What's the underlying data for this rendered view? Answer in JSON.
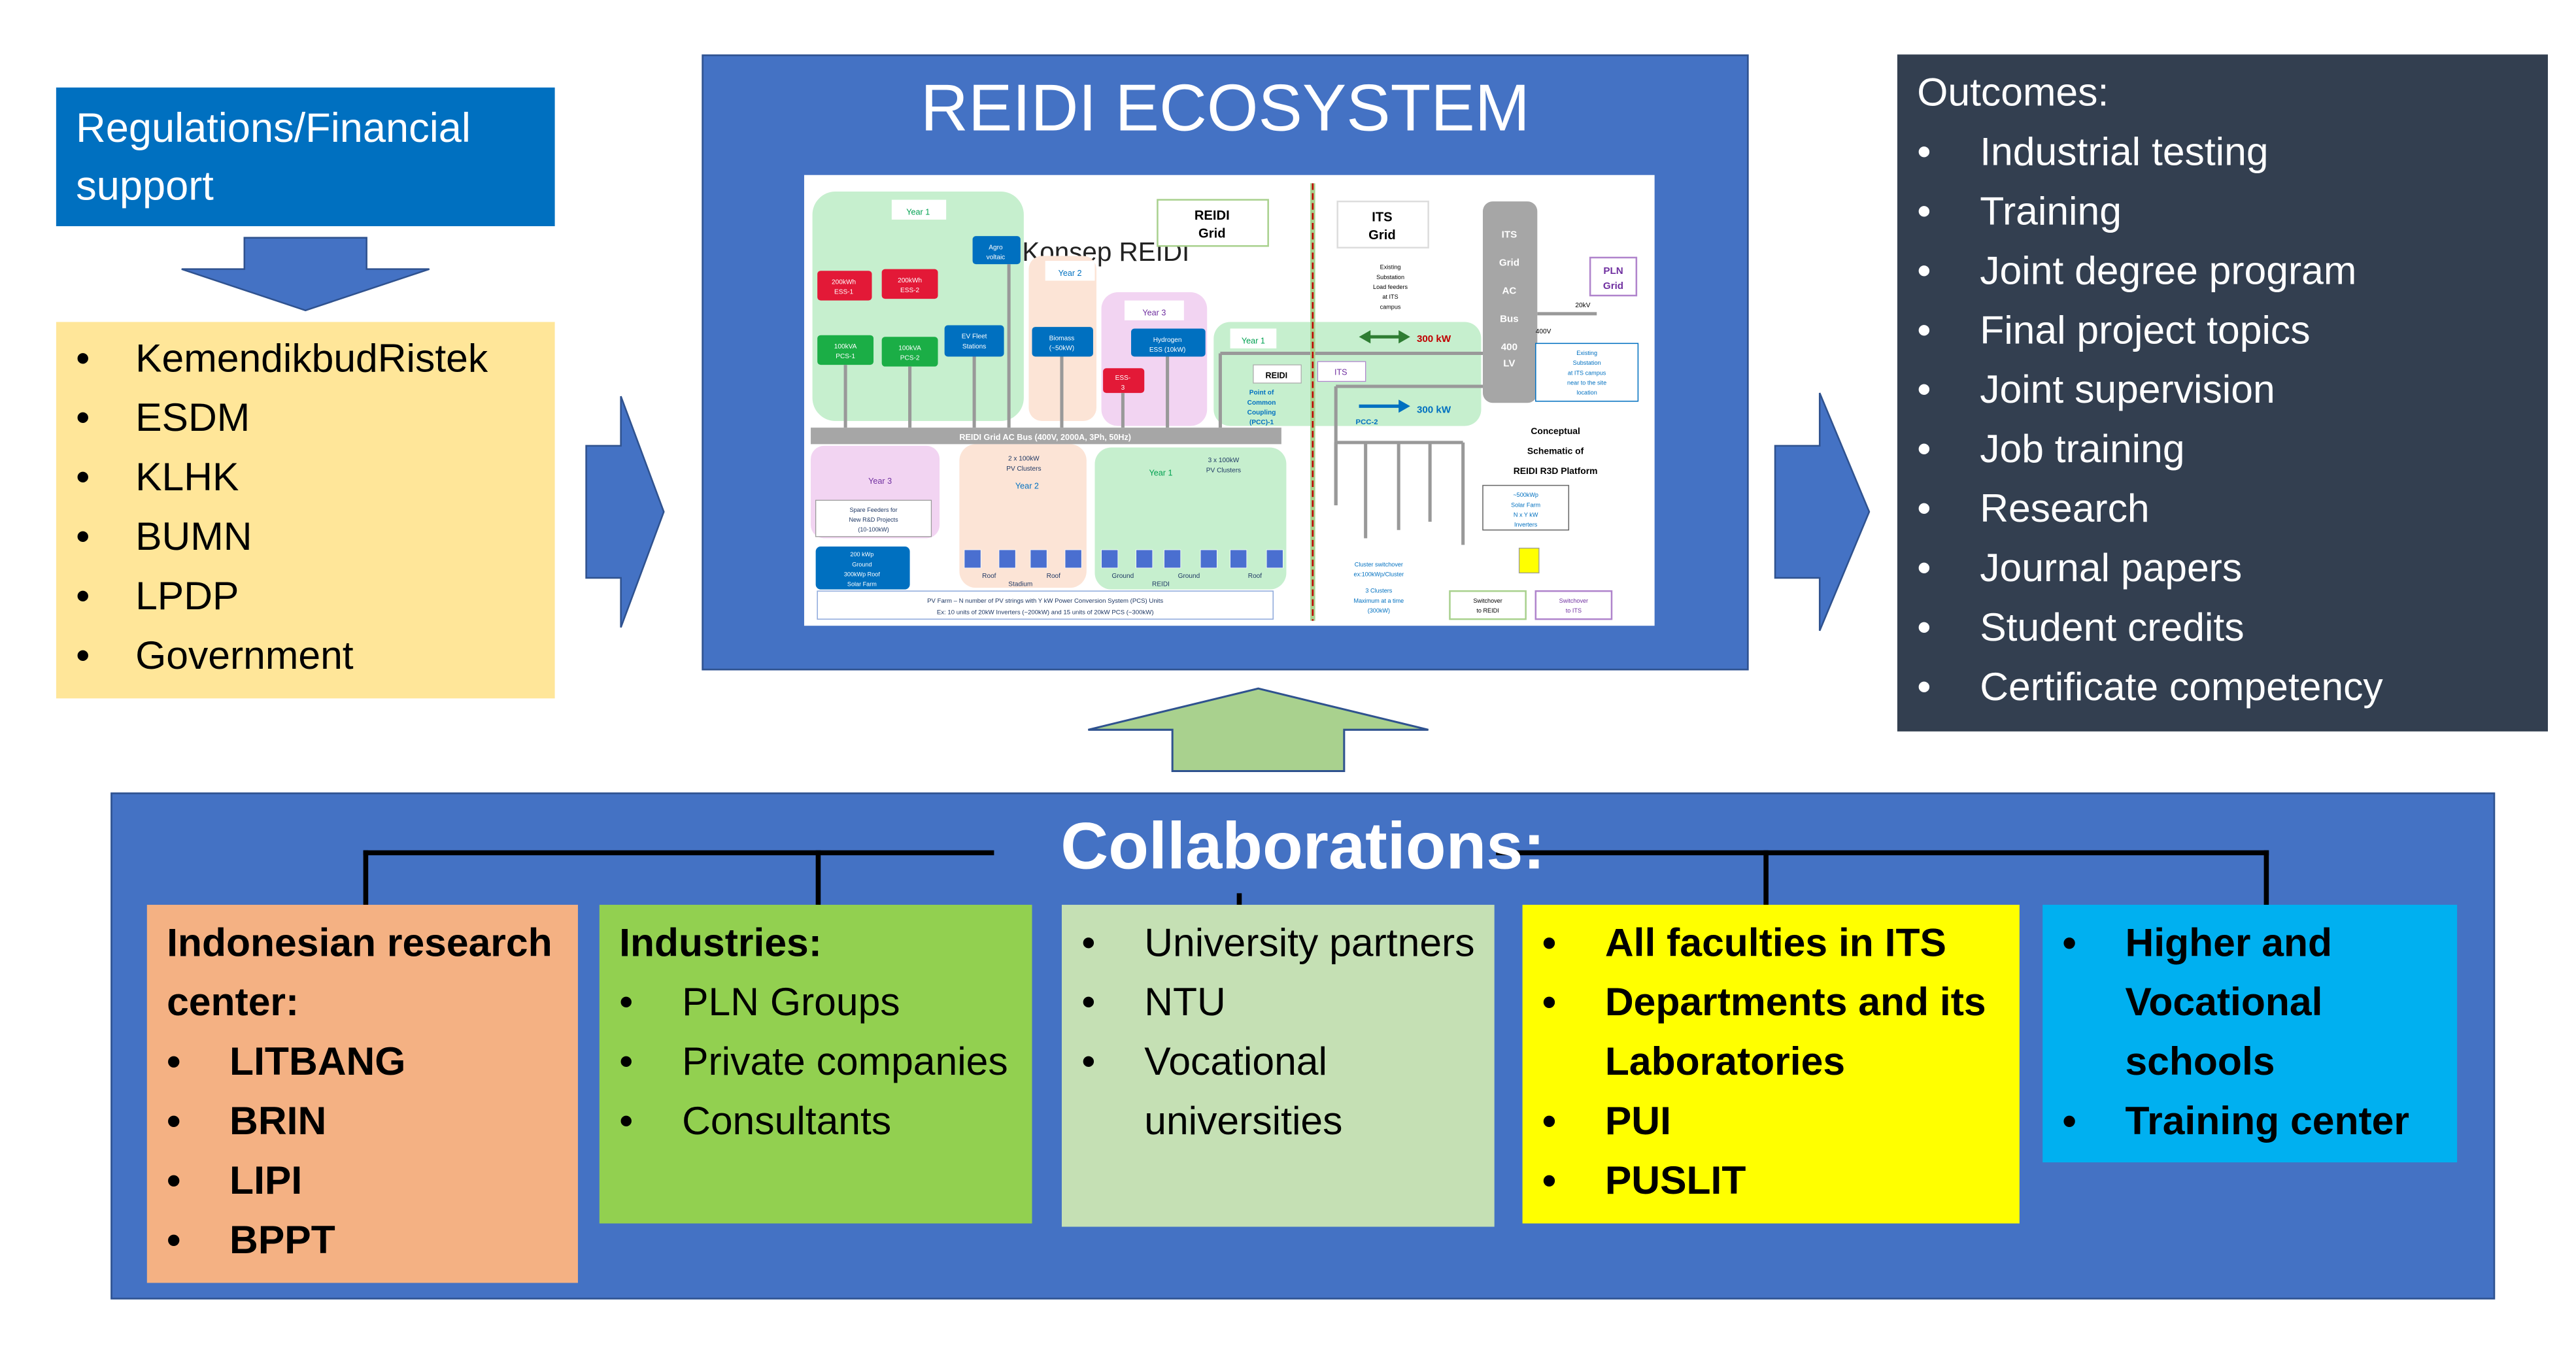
{
  "regulations": {
    "title": "Regulations/Financial support",
    "items": [
      "KemendikbudRistek",
      "ESDM",
      "KLHK",
      "BUMN",
      "LPDP",
      "Government"
    ]
  },
  "ecosystem": {
    "title": "REIDI ECOSYSTEM",
    "schematic": {
      "faint_title": "Konsep REIDI",
      "reidi_grid": [
        "REIDI",
        "Grid"
      ],
      "its_grid": [
        "ITS",
        "Grid"
      ],
      "pln_grid": [
        "PLN",
        "Grid"
      ],
      "its_bus": [
        "ITS",
        "Grid",
        "AC",
        "Bus",
        "400",
        "LV"
      ],
      "ac_bus": "REIDI Grid AC Bus  (400V, 2000A, 3Ph, 50Hz)",
      "year1": "Year 1",
      "year2": "Year 2",
      "year3": "Year 3",
      "ess1": [
        "200kWh",
        "ESS-1"
      ],
      "ess2": [
        "200kWh",
        "ESS-2"
      ],
      "pcs1": [
        "100kVA",
        "PCS-1"
      ],
      "pcs2": [
        "100kVA",
        "PCS-2"
      ],
      "agro": [
        "Agro",
        "voltaic"
      ],
      "ev": [
        "EV Fleet",
        "Stations"
      ],
      "biomass": [
        "Biomass",
        "(~50kW)"
      ],
      "hydrogen": [
        "Hydrogen",
        "ESS (10kW)"
      ],
      "ess3": [
        "ESS-",
        "3"
      ],
      "pcc1": [
        "Point of",
        "Common",
        "Coupling",
        "(PCC)-1"
      ],
      "pcc1_label": "REIDI",
      "pcc2": "PCC-2",
      "its_label": "ITS",
      "power1": "300 kW",
      "power2": "300 kW",
      "existing_substation": [
        "Existing",
        "Substation",
        "Load feeders",
        "at ITS",
        "campus"
      ],
      "existing_substation2": [
        "Existing",
        "Substation",
        "at ITS campus",
        "near to the site",
        "location"
      ],
      "v20": "20kV",
      "v400": "400V",
      "conceptual": [
        "Conceptual",
        "Schematic of",
        "REIDI R3D Platform"
      ],
      "spare": [
        "Spare Feeders for",
        "New R&D Projects",
        "(10-100kW)"
      ],
      "pv2": [
        "2 x 100kW",
        "PV Clusters"
      ],
      "pv3": [
        "3 x 100kW",
        "PV Clusters"
      ],
      "solar_farm": [
        "200 kWp",
        "Ground",
        "300kWp Roof",
        "Solar Farm"
      ],
      "solar500": [
        "~500kWp",
        "Solar Farm",
        "N x Y kW",
        "Inverters"
      ],
      "roof": "Roof",
      "ground": "Ground",
      "stadium": "Stadium",
      "reidi": "REIDI",
      "cluster_switch": [
        "Cluster switchover",
        "ex:100kWp/Cluster"
      ],
      "clusters3": [
        "3 Clusters",
        "Maximum at a time",
        "(300kW)"
      ],
      "switch_reidi": [
        "Switchover",
        "to REIDI"
      ],
      "switch_its": [
        "Switchover",
        "to ITS"
      ],
      "note": [
        "PV Farm – N number of PV strings with Y kW Power Conversion System (PCS) Units",
        "Ex: 10 units of 20kW Inverters (~200kW) and 15 units of 20kW PCS (~300kW)"
      ]
    }
  },
  "outcomes": {
    "title": "Outcomes:",
    "items": [
      "Industrial testing",
      "Training",
      "Joint degree program",
      "Final project topics",
      "Joint supervision",
      "Job training",
      "Research",
      "Journal papers",
      "Student credits",
      "Certificate competency"
    ]
  },
  "collaborations": {
    "title": "Collaborations:",
    "research": {
      "heading": "Indonesian research center:",
      "items": [
        "LITBANG",
        "BRIN",
        "LIPI",
        "BPPT"
      ]
    },
    "industries": {
      "heading": "Industries:",
      "items": [
        "PLN Groups",
        "Private companies",
        "Consultants"
      ]
    },
    "universities": {
      "items": [
        "University partners",
        "NTU",
        "Vocational universities"
      ]
    },
    "its": {
      "items": [
        "All faculties in ITS",
        "Departments and its Laboratories",
        "PUI",
        "PUSLIT"
      ]
    },
    "schools": {
      "items": [
        "Higher and Vocational schools",
        "Training center"
      ]
    }
  },
  "colors": {
    "regulations": "#0070C0",
    "gov_list": "#FFE699",
    "ecosystem": "#4472C4",
    "outcomes": "#333F50",
    "research": "#F4B183",
    "industries": "#92D050",
    "universities": "#C5E0B4",
    "its": "#FFFF00",
    "schools": "#00B0F0",
    "up_arrow": "#A9D18E"
  }
}
